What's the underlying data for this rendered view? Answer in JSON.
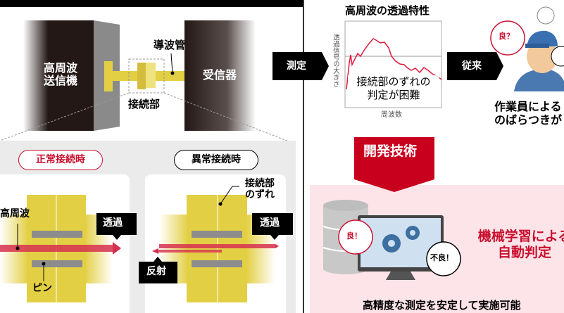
{
  "system": {
    "transmitter": [
      "高周波",
      "送信機"
    ],
    "receiver": "受信器",
    "waveguide": "導波管",
    "connection": "接続部"
  },
  "detail": {
    "normal_label": "正常接続時",
    "abnormal_label": "異常接続時",
    "rf_label": "高周波",
    "pin_label": "ピン",
    "pass_label": "透過",
    "reflect_label": "反射",
    "misalign_label": [
      "接続部",
      "のずれ"
    ]
  },
  "arrows": {
    "measure": "測定",
    "conventional": "従来"
  },
  "chart": {
    "title": "高周波の透過特性",
    "ylabel": "透過信号の大きさ",
    "xlabel": "周波数",
    "note": [
      "接続部のずれの",
      "判定が困難"
    ]
  },
  "worker": {
    "bubble": "良？",
    "caption": [
      "作業員による",
      "のばらつきが"
    ]
  },
  "developed": {
    "label": "開発技術",
    "good": "良！",
    "bad": "不良！",
    "headline": [
      "機械学習による",
      "自動判定"
    ],
    "footer": "高精度な測定を安定して実施可能"
  },
  "colors": {
    "accent": "#c8102e",
    "yellow": "#e3cf44",
    "pink": "#fde4e9",
    "panel": "#ebebeb"
  }
}
